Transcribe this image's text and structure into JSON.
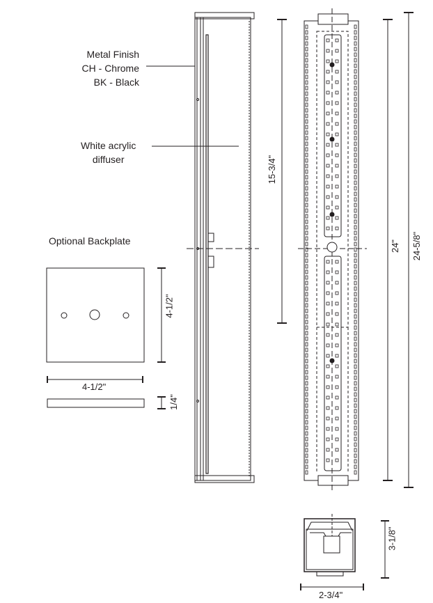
{
  "callouts": {
    "metal_finish": [
      "Metal Finish",
      "CH - Chrome",
      "BK - Black"
    ],
    "diffuser": [
      "White acrylic",
      "diffuser"
    ],
    "backplate_title": "Optional Backplate"
  },
  "dimensions": {
    "diffuser_length": "15-3/4\"",
    "body_length": "24\"",
    "overall_length": "24-5/8\"",
    "backplate_height": "4-1/2\"",
    "backplate_width": "4-1/2\"",
    "backplate_thickness": "1/4\"",
    "depth": "3-1/8\"",
    "width": "2-3/4\""
  }
}
